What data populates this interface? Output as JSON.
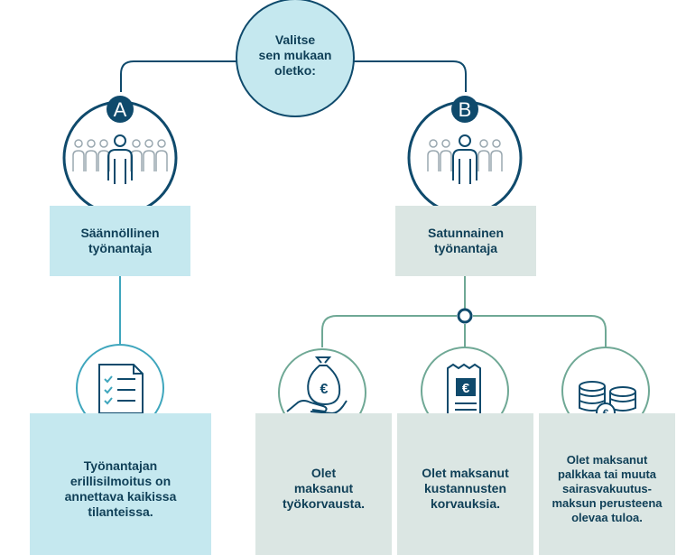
{
  "center_question": "Valitse\nsen mukaan\noletko:",
  "branch_a": {
    "badge": "A",
    "label": "Säännöllinen\ntyönantaja",
    "result": "Työnantajan\nerillisilmoitus on\nannettava kaikissa\ntilanteissa."
  },
  "branch_b": {
    "badge": "B",
    "label": "Satunnainen\ntyönantaja",
    "options": [
      {
        "text": "Olet\nmaksanut\ntyökorvausta.",
        "icon": "hand-money-bag-euro-icon"
      },
      {
        "text": "Olet maksanut\nkustannusten\nkorvauksia.",
        "icon": "euro-receipt-icon"
      },
      {
        "text": "Olet maksanut\npalkkaa tai muuta\nsairasvakuutus-\nmaksun perusteena\nolevaa tuloa.",
        "icon": "coin-stacks-euro-icon"
      }
    ]
  },
  "icons": {
    "group_a": "people-group-icon",
    "group_b": "people-group-icon",
    "checklist": "checklist-document-icon",
    "junction": "junction-node-icon"
  },
  "colors": {
    "navy": "#0f4a6c",
    "line_blue": "#3fa6bd",
    "light_blue": "#c5e8ef",
    "gray_green": "#dbe6e3",
    "green_line": "#6fa895",
    "text": "#0f3f57"
  }
}
